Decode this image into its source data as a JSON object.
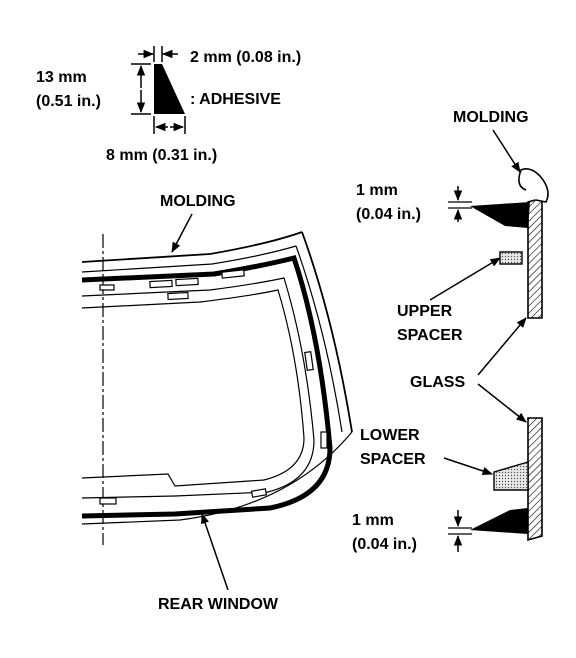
{
  "labels": {
    "adhesive_width": "2 mm (0.08 in.)",
    "adhesive_height_mm": "13 mm",
    "adhesive_height_in": "(0.51 in.)",
    "adhesive": ": ADHESIVE",
    "adhesive_base": "8 mm (0.31 in.)",
    "molding_left": "MOLDING",
    "molding_right": "MOLDING",
    "gap_top_mm": "1 mm",
    "gap_top_in": "(0.04 in.)",
    "upper_spacer_1": "UPPER",
    "upper_spacer_2": "SPACER",
    "glass": "GLASS",
    "lower_spacer_1": "LOWER",
    "lower_spacer_2": "SPACER",
    "gap_bottom_mm": "1 mm",
    "gap_bottom_in": "(0.04 in.)",
    "rear_window": "REAR WINDOW"
  },
  "colors": {
    "ink": "#000000",
    "paper": "#ffffff",
    "spacer_fill": "#dddddd"
  }
}
